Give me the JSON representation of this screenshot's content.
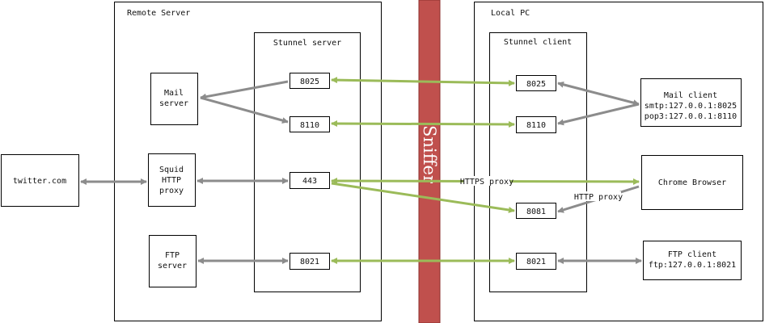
{
  "colors": {
    "box_stroke": "#000000",
    "gray_arrow": "#8c8c8c",
    "green_arrow": "#9bbb59",
    "sniffer_fill": "#c0504d",
    "sniffer_stroke": "#8b2f2d",
    "text": "#111111"
  },
  "sniffer": {
    "label": "Sniffer"
  },
  "remote_server": {
    "title": "Remote Server",
    "stunnel_title": "Stunnel server",
    "mail_server": [
      "Mail",
      "server"
    ],
    "squid": [
      "Squid",
      "HTTP",
      "proxy"
    ],
    "ftp_server": [
      "FTP",
      "server"
    ],
    "ports": {
      "p8025": "8025",
      "p8110": "8110",
      "p443": "443",
      "p8021": "8021"
    }
  },
  "local_pc": {
    "title": "Local PC",
    "stunnel_title": "Stunnel client",
    "ports": {
      "p8025": "8025",
      "p8110": "8110",
      "p8081": "8081",
      "p8021": "8021"
    },
    "mail_client": [
      "Mail client",
      "smtp:127.0.0.1:8025",
      "pop3:127.0.0.1:8110"
    ],
    "chrome": "Chrome Browser",
    "ftp_client": [
      "FTP client",
      "ftp:127.0.0.1:8021"
    ]
  },
  "twitter": "twitter.com",
  "labels": {
    "https_proxy": "HTTPS proxy",
    "http_proxy": "HTTP proxy"
  }
}
